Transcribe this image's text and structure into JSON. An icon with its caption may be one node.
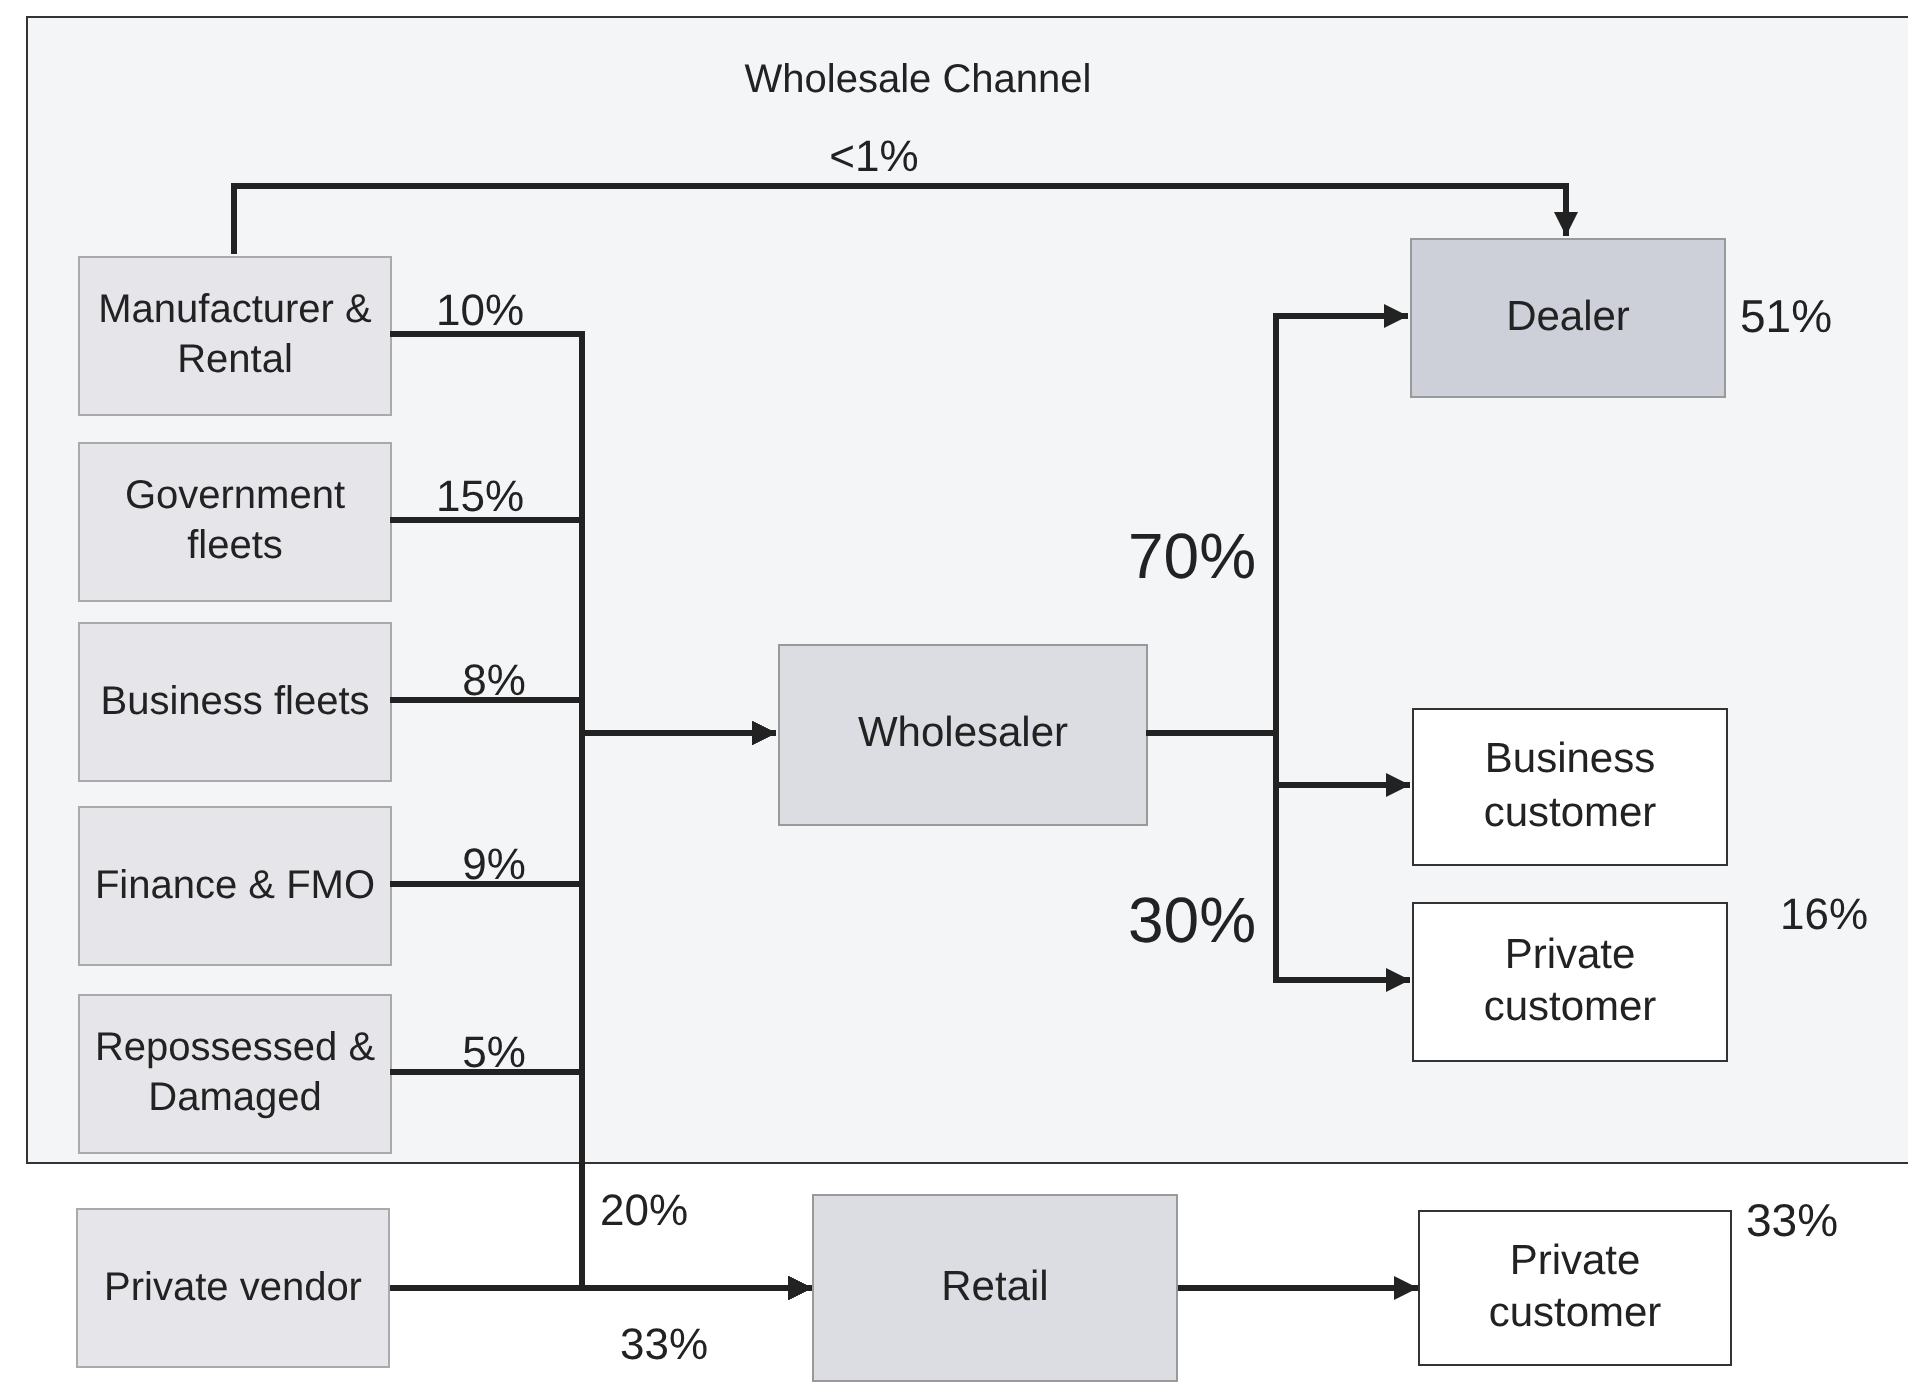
{
  "diagram": {
    "nodes": [
      {
        "text": [
          "Wholesale Channel"
        ]
      },
      {
        "text": [
          "Manufacturer & Rental"
        ],
        "in": 0
      },
      {
        "text": [
          "Government fleets"
        ],
        "in": 0
      },
      {
        "text": [
          "Business fleets"
        ],
        "in": 0
      },
      {
        "text": [
          "Finance & FMO"
        ],
        "in": 0
      },
      {
        "text": [
          "Repossessed & Damaged"
        ],
        "in": 0
      },
      {
        "text": [
          "Wholesaler"
        ],
        "in": 0
      },
      {
        "text": [
          "Dealer"
        ],
        "in": 0,
        "beside": [
          "51%"
        ]
      },
      {
        "text": [
          "Business customer"
        ],
        "in": 0
      },
      {
        "text": [
          "Private customer"
        ],
        "in": 0
      },
      {
        "text": [
          "Private vendor"
        ]
      },
      {
        "text": [
          "Retail"
        ]
      },
      {
        "text": [
          "Private customer"
        ],
        "beside": [
          "33%"
        ]
      }
    ],
    "edges": [
      {
        "from": 1,
        "to": 6,
        "arrow": "to",
        "label": "10%"
      },
      {
        "from": 2,
        "to": 6,
        "arrow": "to",
        "label": "15%"
      },
      {
        "from": 3,
        "to": 6,
        "arrow": "to",
        "label": "8%"
      },
      {
        "from": 4,
        "to": 6,
        "arrow": "to",
        "label": "9%"
      },
      {
        "from": 5,
        "to": 6,
        "arrow": "to",
        "label": "5%"
      },
      {
        "from": 1,
        "to": 7,
        "arrow": "to",
        "label": "<1%"
      },
      {
        "from": 6,
        "to": 7,
        "arrow": "to",
        "label": "70%"
      },
      {
        "from": 6,
        "to": 8,
        "arrow": "to"
      },
      {
        "from": 6,
        "to": 9,
        "arrow": "to"
      },
      {
        "from": 1,
        "to": 11,
        "arrow": "to"
      },
      {
        "from": 2,
        "to": 11,
        "arrow": "to"
      },
      {
        "from": 3,
        "to": 11,
        "arrow": "to"
      },
      {
        "from": 4,
        "to": 11,
        "arrow": "to"
      },
      {
        "from": 5,
        "to": 11,
        "arrow": "to"
      },
      {
        "from": 10,
        "to": 11,
        "arrow": "to",
        "label": "33%"
      },
      {
        "from": 11,
        "to": 12,
        "arrow": "to"
      }
    ],
    "labels": [
      "30%",
      "16%",
      "20%"
    ]
  }
}
